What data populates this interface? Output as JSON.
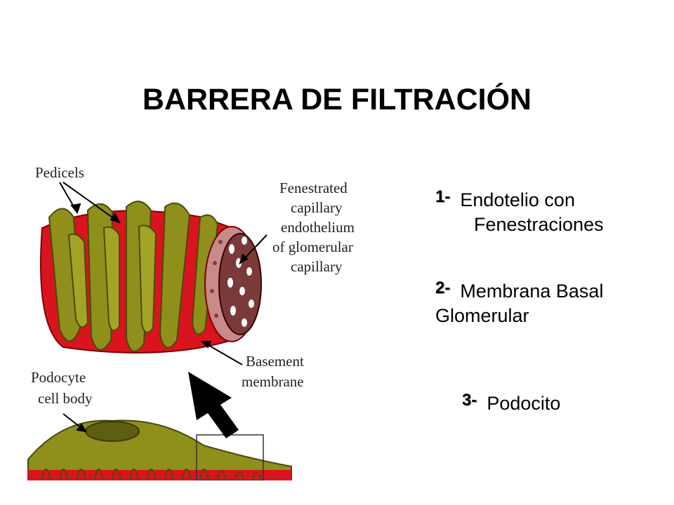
{
  "title": "BARRERA DE FILTRACIÓN",
  "diagram": {
    "labels": {
      "pedicels": "Pedicels",
      "fenestrated_1": "Fenestrated",
      "fenestrated_2": "capillary",
      "fenestrated_3": "endothelium",
      "fenestrated_4": "of glomerular",
      "fenestrated_5": "capillary",
      "basement_1": "Basement",
      "basement_2": "membrane",
      "podocyte_1": "Podocyte",
      "podocyte_2": "cell body"
    },
    "colors": {
      "capillary_red": "#d9141e",
      "pedicel_olive": "#8f8f1c",
      "lumen": "#7a3a3a",
      "membrane_pink": "#c98a8a"
    }
  },
  "legend": [
    {
      "number": "1-",
      "line1": "Endotelio con",
      "line2": "Fenestraciones"
    },
    {
      "number": "2-",
      "line1": "Membrana Basal",
      "line2": "Glomerular"
    },
    {
      "number": "3-",
      "line1": "Podocito"
    }
  ]
}
